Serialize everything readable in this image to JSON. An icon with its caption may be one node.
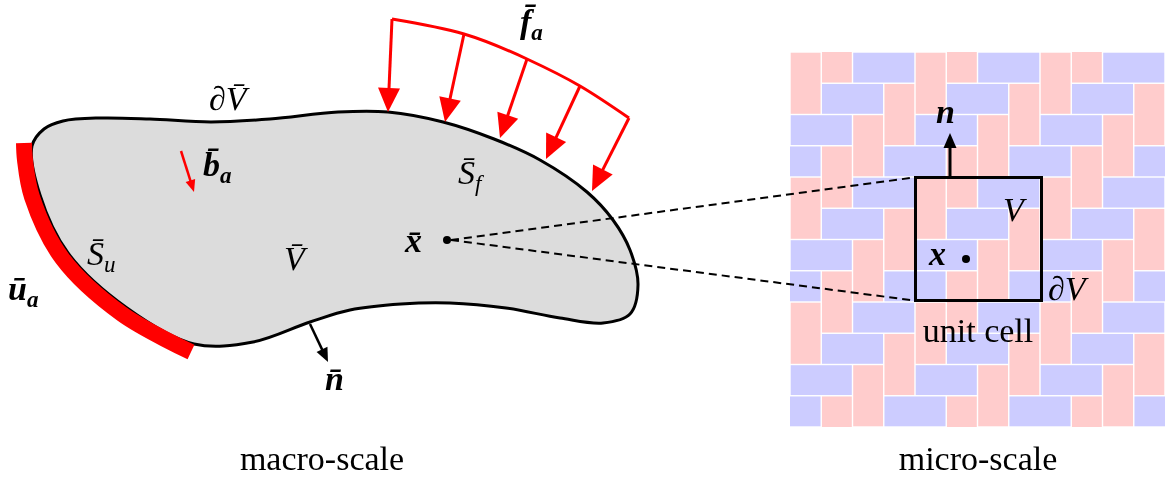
{
  "diagram": {
    "nodes": [
      {
        "text": [
          "b̄$_{a}$",
          "S̄$_{f}$",
          "S̄$_{u}$",
          "V̄"
        ]
      },
      {
        "text": [
          "x̄"
        ],
        "in": 0
      },
      {
        "text": [
          "V"
        ],
        "beside": [
          "∂V",
          "unit cell"
        ]
      },
      {
        "text": [
          "x"
        ],
        "in": 2
      }
    ],
    "edges": [
      {
        "from": 1,
        "to": 2,
        "arrow": "none",
        "style": "dashed"
      },
      {
        "from": 1,
        "to": 2,
        "arrow": "none",
        "style": "dashed"
      }
    ],
    "labels": [
      "f̄$_{a}$",
      "∂V̄",
      "n",
      "ū$_{a}$",
      "n̄",
      "macro-scale",
      "micro-scale"
    ]
  }
}
